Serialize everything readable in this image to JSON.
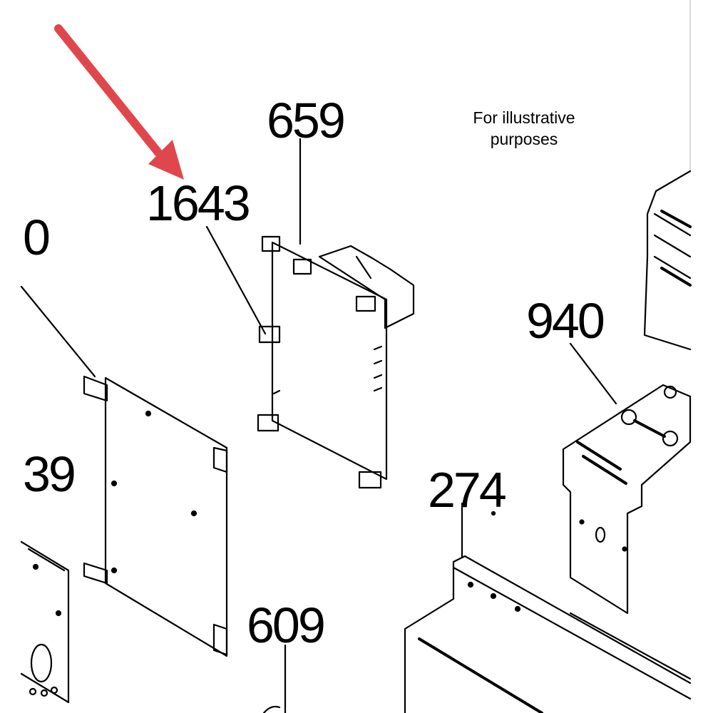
{
  "note": {
    "line1": "For illustrative",
    "line2": "purposes"
  },
  "callouts": [
    {
      "id": "label-659",
      "text": "659"
    },
    {
      "id": "label-1643",
      "text": "1643"
    },
    {
      "id": "label-940",
      "text": "940"
    },
    {
      "id": "label-274",
      "text": "274"
    },
    {
      "id": "label-609",
      "text": "609"
    },
    {
      "id": "label-left-top",
      "text": "0"
    },
    {
      "id": "label-left-middle",
      "text": "39"
    }
  ],
  "arrow": {
    "color": "#e0474c",
    "icon": "red-pointer-arrow"
  },
  "line_color": "#000000"
}
